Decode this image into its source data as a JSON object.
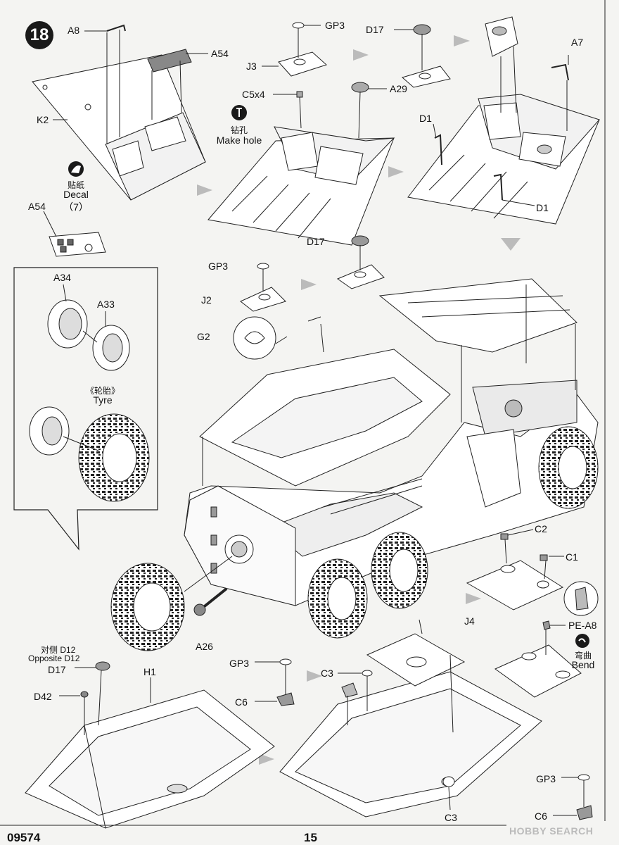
{
  "step": "18",
  "kit_number": "09574",
  "page_number": "15",
  "watermark": "HOBBY SEARCH",
  "notes": {
    "make_hole_cn": "钻孔",
    "make_hole_en": "Make hole",
    "decal_cn": "贴纸",
    "decal_en": "Decal",
    "decal_num": "（7）",
    "tyre_cn": "《轮胎》",
    "tyre_en": "Tyre",
    "bend_cn": "弯曲",
    "bend_en": "Bend",
    "opposite_cn": "对侧 D12",
    "opposite_en": "Opposite D12"
  },
  "parts": {
    "A8": "A8",
    "A54a": "A54",
    "A54b": "A54",
    "K2": "K2",
    "GP3a": "GP3",
    "J3": "J3",
    "C5x4": "C5x4",
    "D17a": "D17",
    "A29": "A29",
    "A7": "A7",
    "D1a": "D1",
    "D1b": "D1",
    "D17b": "D17",
    "GP3b": "GP3",
    "J2": "J2",
    "G2": "G2",
    "A34": "A34",
    "A33": "A33",
    "C2": "C2",
    "C1": "C1",
    "J4": "J4",
    "PE_A8": "PE-A8",
    "A26": "A26",
    "D17c": "D17",
    "D42": "D42",
    "H1": "H1",
    "GP3c": "GP3",
    "C6a": "C6",
    "C3a": "C3",
    "C3b": "C3",
    "GP3d": "GP3",
    "C6b": "C6"
  },
  "icons": {
    "drill": "drill-icon",
    "decal": "decal-icon",
    "bend": "bend-icon"
  }
}
